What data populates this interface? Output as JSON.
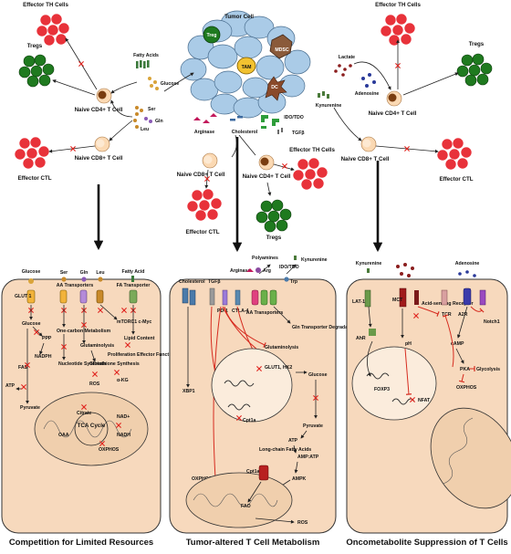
{
  "colors": {
    "tumor_cell": "#aacbe7",
    "effector_cell": "#e8323a",
    "treg_cell": "#1f7a1f",
    "naive_cell": "#fbd9b3",
    "t_cell_body": "#f7d9bd",
    "inhibition": "#d62b1f",
    "block_mark": "#e0241e"
  },
  "top": {
    "tumor_label": "Tumor Cell",
    "treg_label": "Treg",
    "mdsc_label": "MDSC",
    "tam_label": "TAM",
    "dc_label": "DC",
    "tregs_left": "Tregs",
    "tregs_right": "Tregs",
    "tregs_center": "Tregs",
    "effector_th_left": "Effector TH Cells",
    "effector_th_center": "Effector TH Cells",
    "effector_th_right": "Effector TH Cells",
    "effector_ctl_left": "Effector CTL",
    "effector_ctl_center": "Effector CTL",
    "effector_ctl_right": "Effector CTL",
    "naive_cd4_left": "Naive CD4+ T Cell",
    "naive_cd8_left": "Naive CD8+ T Cell",
    "naive_cd8_center": "Naive CD8+ T Cell",
    "naive_cd4_center": "Naive CD4+ T Cell",
    "naive_cd4_right": "Naive CD4+ T Cell",
    "naive_cd8_right": "Naive CD8+ T Cell",
    "fatty_acids": "Fatty Acids",
    "glucose": "Glucose",
    "ser": "Ser",
    "gln": "Gln",
    "leu": "Leu",
    "arginase": "Arginase",
    "cholesterol": "Cholesterol",
    "ido_tdo": "IDO/TDO",
    "tgfb": "TGFβ",
    "lactate": "Lactate",
    "adenosine": "Adenosine",
    "kynurenine": "Kynurenine"
  },
  "panel1": {
    "caption": "Competition for Limited Resources",
    "glucose": "Glucose",
    "ser": "Ser",
    "gln": "Gln",
    "leu": "Leu",
    "fatty_acid": "Fatty Acid",
    "glut1": "GLUT 1",
    "aa_transporters": "AA Transporters",
    "fa_transporter": "FA Transporter",
    "glucose_in": "Glucose",
    "ppp": "PPP",
    "nadph": "NADPH",
    "fas": "FAS",
    "atp": "ATP",
    "pyruvate": "Pyruvate",
    "one_carbon": "One-carbon Metabolism",
    "nucleotide": "Nucleotide Synthesis",
    "glutaminolysis": "Glutaminolysis",
    "glutathione": "Glutathione Synthesis",
    "ros": "ROS",
    "akg": "α-KG",
    "mtorc1": "mTORC1 c-Myc",
    "lipid_content": "Lipid Content",
    "proliferation": "Proliferation Effector Function",
    "citrate": "Citrate",
    "oaa": "OAA",
    "tca": "TCA Cycle",
    "nad": "NAD+",
    "nadh": "NADH",
    "oxphos": "OXPHOS"
  },
  "panel2": {
    "caption": "Tumor-altered T Cell Metabolism",
    "arginase": "Arginase",
    "arg": "Arg",
    "polyamines": "Polyamines",
    "ido_tdo": "IDO/TDO",
    "kynurenine": "Kynurenine",
    "trp": "Trp",
    "cholesterol": "Cholesterol",
    "tgfb": "TGFβ",
    "pd1": "PD-1",
    "ctla4": "CTLA-4",
    "aa_transporters": "AA Transporters",
    "gln_degradation": "Gln Transporter Degradation",
    "glutaminolysis": "Glutaminolysis",
    "xbp1": "XBP1",
    "glut1_hk2": "GLUT1, HK2",
    "glucose": "Glucose",
    "cpt1a_nuc": "Cpt1a",
    "pyruvate": "Pyruvate",
    "atp": "ATP",
    "amp_atp": "AMP:ATP",
    "ampk": "AMPK",
    "oxphos": "OXPHOS",
    "long_chain": "Long-chain Fatty Acids",
    "cpt1a": "Cpt1a",
    "fao": "FAO",
    "ros": "ROS"
  },
  "panel3": {
    "caption": "Oncometabolite Suppression of T Cells",
    "kynurenine": "Kynurenine",
    "lat1": "LAT-1",
    "mct": "MCT",
    "acid_receptor": "Acid-sensing Receptor",
    "tcr": "TCR",
    "adenosine": "Adenosine",
    "a2r": "A2R",
    "notch1": "Notch1",
    "ahr": "AhR",
    "ph": "pH",
    "camp": "cAMP",
    "pka": "PKA",
    "glycolysis": "Glycolysis",
    "foxp3": "FOXP3",
    "nfat": "NFAT",
    "oxphos": "OXPHOS"
  }
}
